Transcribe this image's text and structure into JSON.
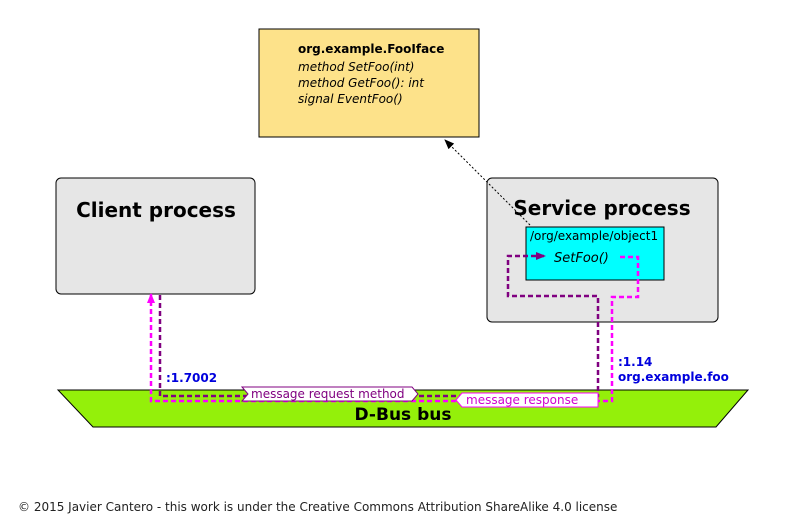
{
  "interface": {
    "name": "org.example.FooIface",
    "members": [
      "method SetFoo(int)",
      "method GetFoo(): int",
      "signal EventFoo()"
    ]
  },
  "client": {
    "title": "Client process",
    "bus_name": ":1.7002"
  },
  "service": {
    "title": "Service process",
    "object_path": "/org/example/object1",
    "method_call": "SetFoo()",
    "bus_name_unique": ":1.14",
    "bus_name_wellknown": "org.example.foo"
  },
  "bus": {
    "label": "D-Bus bus"
  },
  "messages": {
    "request": "message request method",
    "response": "message response"
  },
  "footer": "© 2015 Javier Cantero - this work is under the Creative Commons Attribution ShareAlike 4.0 license",
  "colors": {
    "interface_fill": "#fde28a",
    "process_fill": "#e6e6e6",
    "object_fill": "#00ffff",
    "bus_fill": "#94f00a",
    "request_line": "#800080",
    "response_line": "#ff00ff",
    "bus_name_text": "#0000dd"
  }
}
